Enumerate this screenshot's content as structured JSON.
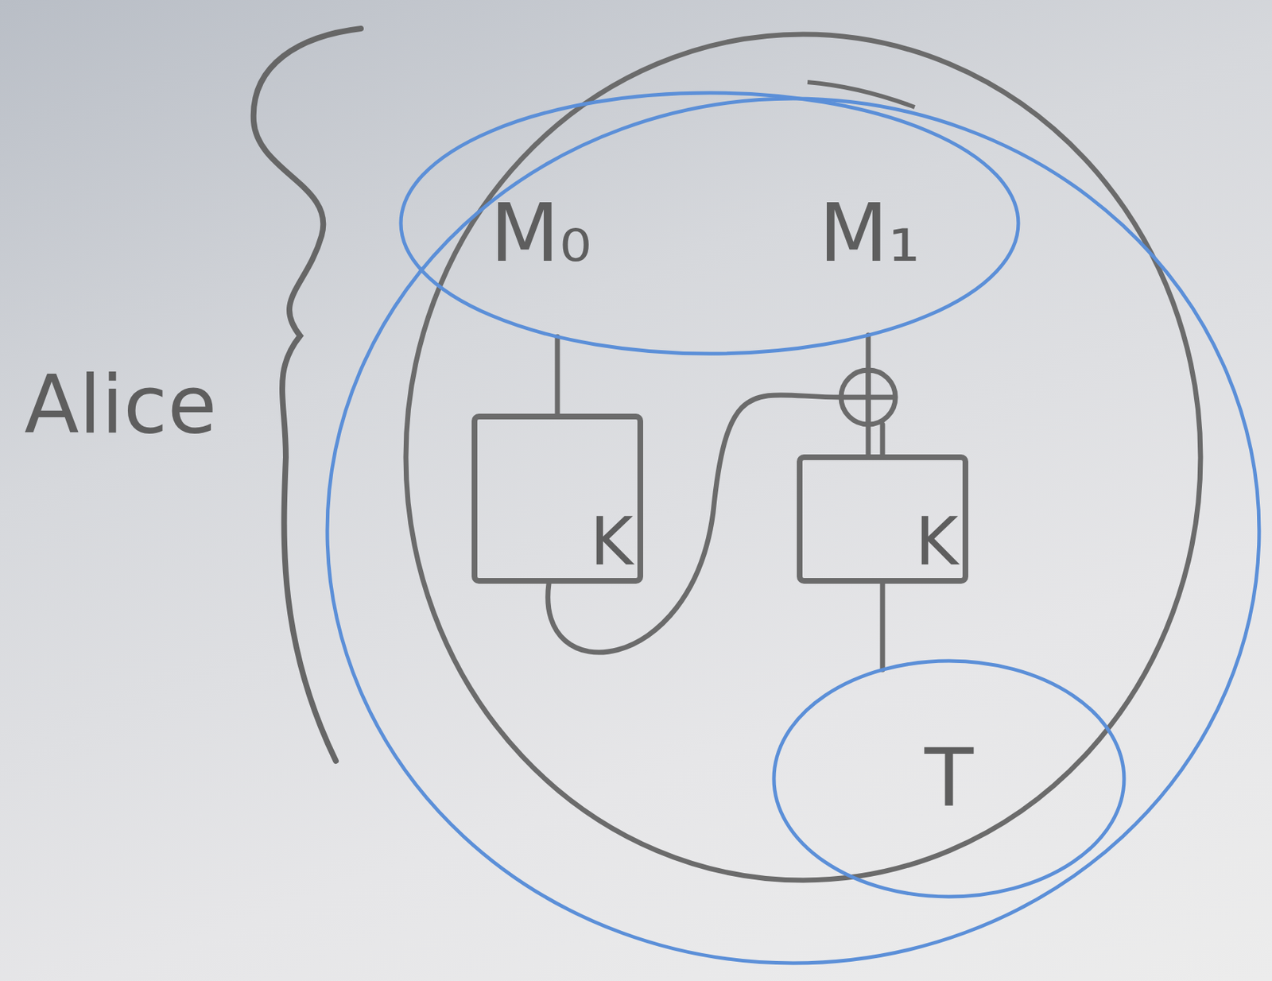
{
  "diagram": {
    "nodes": [
      {
        "text": [
          "M₀",
          "M₁"
        ]
      },
      {
        "text": [
          "K"
        ]
      },
      {
        "text": [
          "K"
        ]
      },
      {
        "text": [
          "T"
        ]
      }
    ],
    "edges": [
      {
        "from": 0,
        "to": 1,
        "arrow": "none"
      },
      {
        "from": 0,
        "to": 2,
        "arrow": "none"
      },
      {
        "from": 1,
        "to": 2,
        "arrow": "none"
      },
      {
        "from": 2,
        "to": 3,
        "arrow": "none"
      }
    ],
    "labels": [
      "Alice"
    ]
  }
}
